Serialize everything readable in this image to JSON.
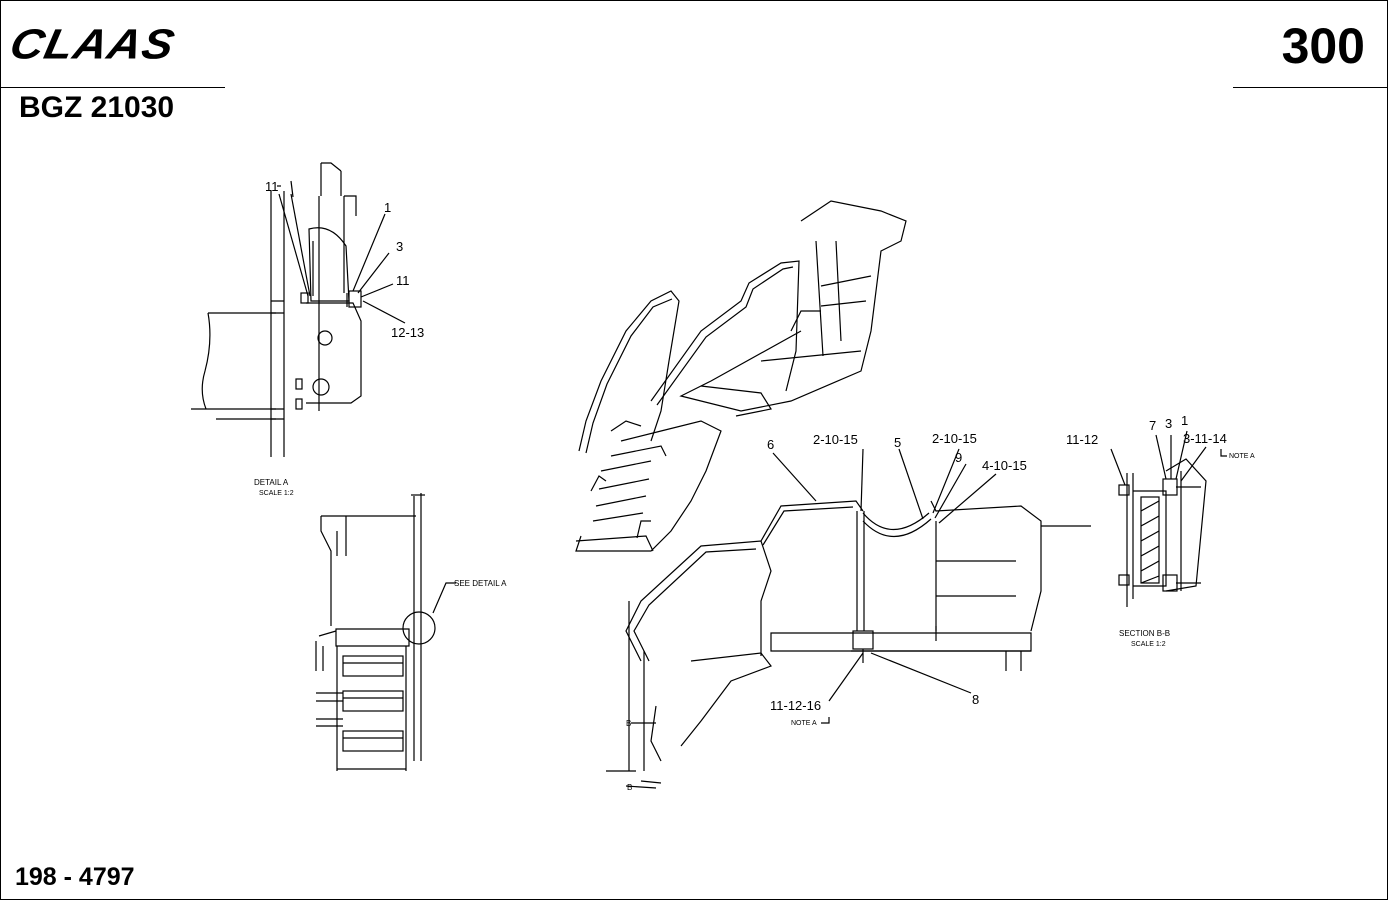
{
  "header": {
    "brand": "CLAAS",
    "page_number": "300",
    "part_number": "BGZ 21030"
  },
  "footer": {
    "doc_number": "198 - 4797"
  },
  "detail_a": {
    "callouts": [
      "11",
      "1",
      "3",
      "11",
      "12-13"
    ],
    "caption": "DETAIL A",
    "scale": "SCALE 1:2"
  },
  "side_view": {
    "label": "SEE DETAIL A"
  },
  "assembly": {
    "callouts": [
      "6",
      "2-10-15",
      "5",
      "2-10-15",
      "9",
      "4-10-15",
      "11-12-16",
      "8"
    ],
    "note": "NOTE A",
    "section_marks": [
      "B",
      "B"
    ]
  },
  "section_bb": {
    "callouts": [
      "11-12",
      "7",
      "3",
      "1",
      "3-11-14"
    ],
    "note": "NOTE A",
    "caption": "SECTION B-B",
    "scale": "SCALE 1:2"
  }
}
